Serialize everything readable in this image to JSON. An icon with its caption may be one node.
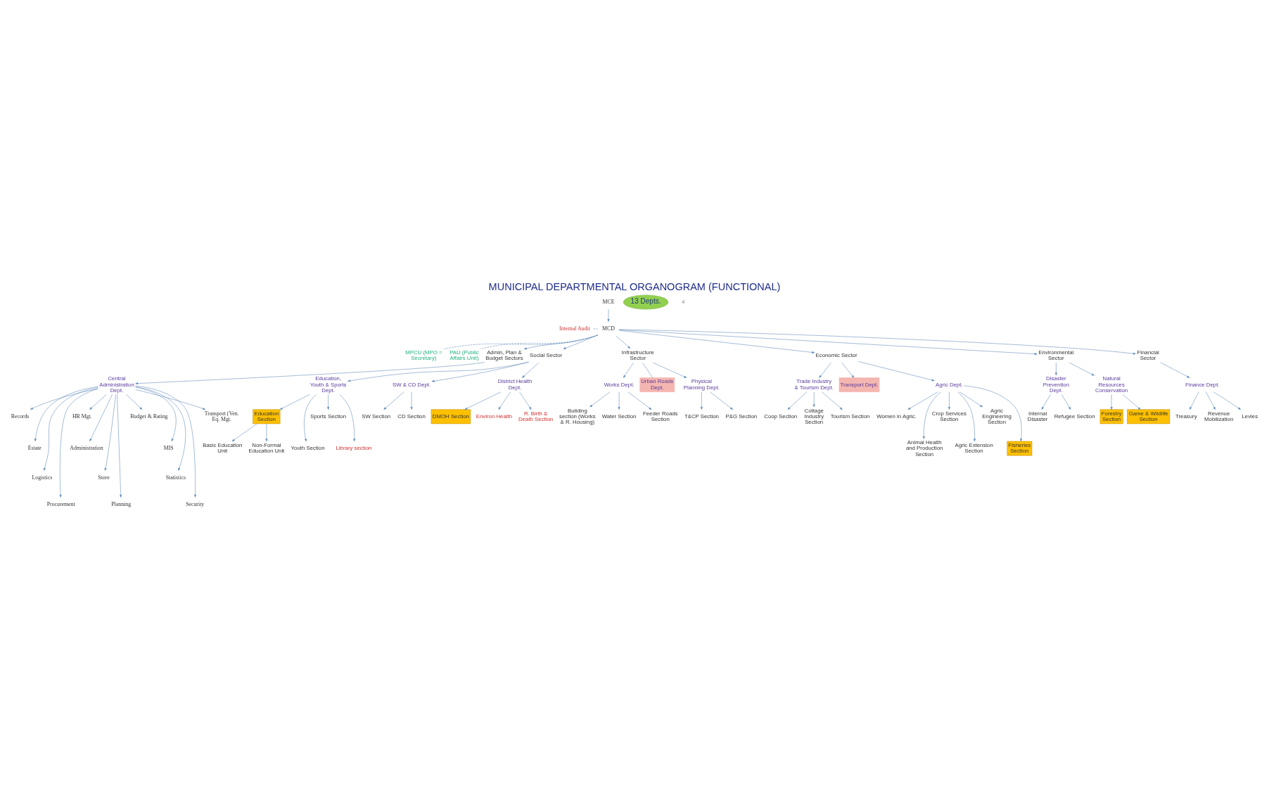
{
  "diagram": {
    "title": "MUNICIPAL DEPARTMENTAL ORGANOGRAM (FUNCTIONAL)",
    "nodes": [
      {
        "text": [
          "MCE"
        ]
      },
      {
        "text": [
          "Internal Audit"
        ]
      },
      {
        "text": [
          "MCD"
        ]
      },
      {
        "text": [
          "MPCU (MPO = Secretary)"
        ]
      },
      {
        "text": [
          "PAU (Public Affairs Unit)"
        ]
      },
      {
        "text": [
          "13 Depts."
        ]
      },
      {
        "text": [
          "Admin, Plan & Budget Sectors"
        ]
      },
      {
        "text": [
          "Social Sector"
        ]
      },
      {
        "text": [
          "Infrastructure Sector"
        ]
      },
      {
        "text": [
          "Economic Sector"
        ]
      },
      {
        "text": [
          "Environmental Sector"
        ]
      },
      {
        "text": [
          "Financial Sector"
        ]
      },
      {
        "text": [
          "Central Administration Dept."
        ]
      },
      {
        "text": [
          "Education, Youth & Sports Dept."
        ]
      },
      {
        "text": [
          "SW & CD Dept."
        ]
      },
      {
        "text": [
          "District Health Dept."
        ]
      },
      {
        "text": [
          "Works Dept."
        ]
      },
      {
        "text": [
          "Urban Roads Dept."
        ]
      },
      {
        "text": [
          "Physical Planning Dept."
        ]
      },
      {
        "text": [
          "Trade Industry & Tourism Dept."
        ]
      },
      {
        "text": [
          "Transport Dept."
        ]
      },
      {
        "text": [
          "Agric Dept."
        ]
      },
      {
        "text": [
          "Disaster Prevention Dept."
        ]
      },
      {
        "text": [
          "Natural Resources Conservation"
        ]
      },
      {
        "text": [
          "Finance Dept."
        ]
      },
      {
        "text": [
          "Records"
        ]
      },
      {
        "text": [
          "Estate"
        ]
      },
      {
        "text": [
          "Logistics"
        ]
      },
      {
        "text": [
          "Procurement"
        ]
      },
      {
        "text": [
          "HR Mgt."
        ]
      },
      {
        "text": [
          "Administration"
        ]
      },
      {
        "text": [
          "Store"
        ]
      },
      {
        "text": [
          "Planning"
        ]
      },
      {
        "text": [
          "Budget & Rating"
        ]
      },
      {
        "text": [
          "MIS"
        ]
      },
      {
        "text": [
          "Statistics"
        ]
      },
      {
        "text": [
          "Security"
        ]
      },
      {
        "text": [
          "Transport (Ven. Eq. Mgt."
        ]
      },
      {
        "text": [
          "Education Section"
        ]
      },
      {
        "text": [
          "Youth Section"
        ]
      },
      {
        "text": [
          "Sports Section"
        ]
      },
      {
        "text": [
          "Library section"
        ]
      },
      {
        "text": [
          "Basic Education Unit"
        ]
      },
      {
        "text": [
          "Non-Formal Education Unit"
        ]
      },
      {
        "text": [
          "SW Section"
        ]
      },
      {
        "text": [
          "CD Section"
        ]
      },
      {
        "text": [
          "DMOH Section"
        ]
      },
      {
        "text": [
          "Environ Health"
        ]
      },
      {
        "text": [
          "R. Birth & Death Section"
        ]
      },
      {
        "text": [
          "Building section (Works & R. Housing)"
        ]
      },
      {
        "text": [
          "Water Section"
        ]
      },
      {
        "text": [
          "Feeder Roads Section"
        ]
      },
      {
        "text": [
          "T&CP Section"
        ]
      },
      {
        "text": [
          "P&G Section"
        ]
      },
      {
        "text": [
          "Coop Section"
        ]
      },
      {
        "text": [
          "Cottage Industry Section"
        ]
      },
      {
        "text": [
          "Tourism Section"
        ]
      },
      {
        "text": [
          "Women in Agric."
        ]
      },
      {
        "text": [
          "Animal Health and Production Section"
        ]
      },
      {
        "text": [
          "Crop Services Section"
        ]
      },
      {
        "text": [
          "Agric Extension Section"
        ]
      },
      {
        "text": [
          "Agric Engineering Section"
        ]
      },
      {
        "text": [
          "Fisheries Section"
        ]
      },
      {
        "text": [
          "Internal Disaster"
        ]
      },
      {
        "text": [
          "Refugee Section"
        ]
      },
      {
        "text": [
          "Forestry Section"
        ]
      },
      {
        "text": [
          "Game & Wildlife Section"
        ]
      },
      {
        "text": [
          "Treasury"
        ]
      },
      {
        "text": [
          "Revenue Mobilization"
        ]
      },
      {
        "text": [
          "Levies"
        ]
      }
    ],
    "edges": [
      {
        "from": 0,
        "to": 2,
        "arrow": "to"
      },
      {
        "from": 1,
        "to": 2,
        "arrow": "none",
        "style": "dashed"
      },
      {
        "from": 2,
        "to": 3,
        "arrow": "none",
        "style": "dashed"
      },
      {
        "from": 2,
        "to": 4,
        "arrow": "none",
        "style": "dashed"
      },
      {
        "from": 2,
        "to": 6,
        "arrow": "to"
      },
      {
        "from": 2,
        "to": 7,
        "arrow": "to"
      },
      {
        "from": 2,
        "to": 8,
        "arrow": "to"
      },
      {
        "from": 2,
        "to": 9,
        "arrow": "to"
      },
      {
        "from": 2,
        "to": 10,
        "arrow": "to"
      },
      {
        "from": 2,
        "to": 11,
        "arrow": "to"
      },
      {
        "from": 6,
        "to": 12,
        "arrow": "to"
      },
      {
        "from": 7,
        "to": 13,
        "arrow": "to"
      },
      {
        "from": 7,
        "to": 14,
        "arrow": "to"
      },
      {
        "from": 7,
        "to": 15,
        "arrow": "to"
      },
      {
        "from": 8,
        "to": 16,
        "arrow": "to"
      },
      {
        "from": 8,
        "to": 17,
        "arrow": "none"
      },
      {
        "from": 8,
        "to": 18,
        "arrow": "to"
      },
      {
        "from": 9,
        "to": 19,
        "arrow": "to"
      },
      {
        "from": 9,
        "to": 20,
        "arrow": "to"
      },
      {
        "from": 9,
        "to": 21,
        "arrow": "to"
      },
      {
        "from": 10,
        "to": 22,
        "arrow": "to"
      },
      {
        "from": 10,
        "to": 23,
        "arrow": "to"
      },
      {
        "from": 11,
        "to": 24,
        "arrow": "to"
      },
      {
        "from": 12,
        "to": 25,
        "arrow": "to"
      },
      {
        "from": 12,
        "to": 26,
        "arrow": "to"
      },
      {
        "from": 12,
        "to": 27,
        "arrow": "to"
      },
      {
        "from": 12,
        "to": 28,
        "arrow": "to"
      },
      {
        "from": 12,
        "to": 29,
        "arrow": "to"
      },
      {
        "from": 12,
        "to": 30,
        "arrow": "to"
      },
      {
        "from": 12,
        "to": 31,
        "arrow": "to"
      },
      {
        "from": 12,
        "to": 32,
        "arrow": "to"
      },
      {
        "from": 12,
        "to": 33,
        "arrow": "to"
      },
      {
        "from": 12,
        "to": 34,
        "arrow": "to"
      },
      {
        "from": 12,
        "to": 35,
        "arrow": "to"
      },
      {
        "from": 12,
        "to": 36,
        "arrow": "to"
      },
      {
        "from": 12,
        "to": 37,
        "arrow": "to"
      },
      {
        "from": 13,
        "to": 38,
        "arrow": "to"
      },
      {
        "from": 13,
        "to": 39,
        "arrow": "to"
      },
      {
        "from": 13,
        "to": 40,
        "arrow": "to"
      },
      {
        "from": 13,
        "to": 41,
        "arrow": "to"
      },
      {
        "from": 38,
        "to": 42,
        "arrow": "to"
      },
      {
        "from": 38,
        "to": 43,
        "arrow": "to"
      },
      {
        "from": 14,
        "to": 44,
        "arrow": "to"
      },
      {
        "from": 14,
        "to": 45,
        "arrow": "to"
      },
      {
        "from": 15,
        "to": 46,
        "arrow": "to"
      },
      {
        "from": 15,
        "to": 47,
        "arrow": "to"
      },
      {
        "from": 15,
        "to": 48,
        "arrow": "to"
      },
      {
        "from": 16,
        "to": 49,
        "arrow": "to"
      },
      {
        "from": 16,
        "to": 50,
        "arrow": "to"
      },
      {
        "from": 16,
        "to": 51,
        "arrow": "to"
      },
      {
        "from": 18,
        "to": 52,
        "arrow": "to"
      },
      {
        "from": 18,
        "to": 53,
        "arrow": "to"
      },
      {
        "from": 19,
        "to": 54,
        "arrow": "to"
      },
      {
        "from": 19,
        "to": 55,
        "arrow": "to"
      },
      {
        "from": 19,
        "to": 56,
        "arrow": "to"
      },
      {
        "from": 21,
        "to": 57,
        "arrow": "to"
      },
      {
        "from": 21,
        "to": 58,
        "arrow": "to"
      },
      {
        "from": 21,
        "to": 59,
        "arrow": "to"
      },
      {
        "from": 21,
        "to": 60,
        "arrow": "to"
      },
      {
        "from": 21,
        "to": 61,
        "arrow": "to"
      },
      {
        "from": 21,
        "to": 62,
        "arrow": "to"
      },
      {
        "from": 22,
        "to": 63,
        "arrow": "to"
      },
      {
        "from": 22,
        "to": 64,
        "arrow": "to"
      },
      {
        "from": 23,
        "to": 65,
        "arrow": "to"
      },
      {
        "from": 23,
        "to": 66,
        "arrow": "to"
      },
      {
        "from": 24,
        "to": 67,
        "arrow": "to"
      },
      {
        "from": 24,
        "to": 68,
        "arrow": "to"
      },
      {
        "from": 24,
        "to": 69,
        "arrow": "to"
      }
    ],
    "labels": [
      "4"
    ]
  }
}
